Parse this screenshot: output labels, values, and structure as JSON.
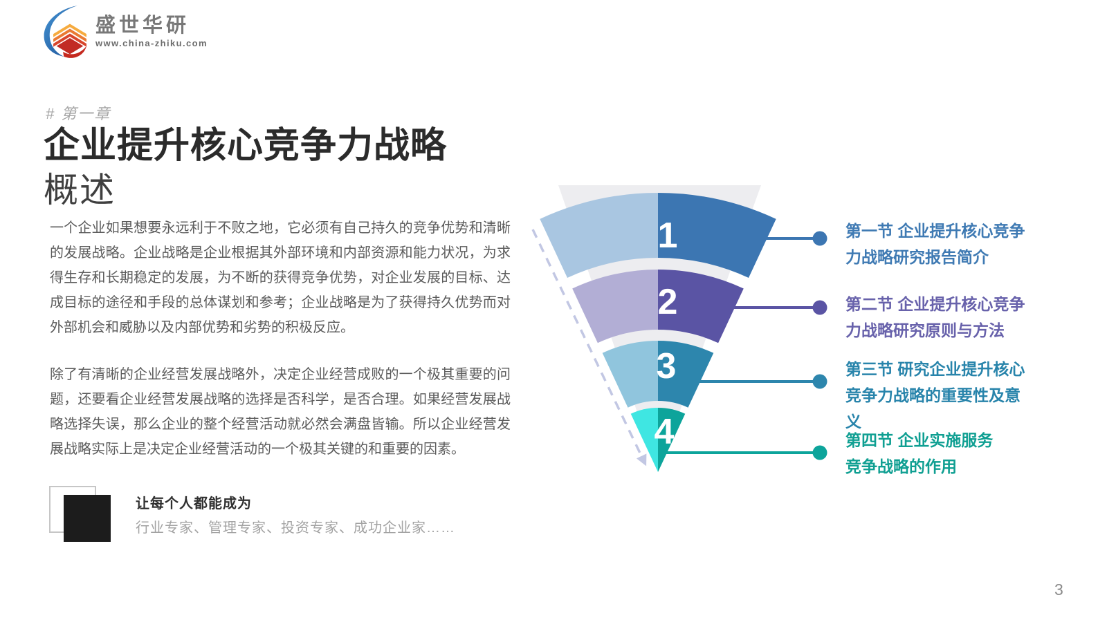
{
  "page": {
    "number": "3"
  },
  "logo": {
    "name": "盛世华研",
    "website": "www.china-zhiku.com",
    "icon": "book-swoosh-logo-icon"
  },
  "header": {
    "chapter_tag": "# 第一章",
    "title": "企业提升核心竞争力战略",
    "subtitle": "概述"
  },
  "body": {
    "paragraph_1": "一个企业如果想要永远利于不败之地，它必须有自己持久的竞争优势和清晰的发展战略。企业战略是企业根据其外部环境和内部资源和能力状况，为求得生存和长期稳定的发展，为不断的获得竞争优势，对企业发展的目标、达成目标的途径和手段的总体谋划和参考；企业战略是为了获得持久优势而对外部机会和威胁以及内部优势和劣势的积极反应。",
    "paragraph_2": "除了有清晰的企业经营发展战略外，决定企业经营成败的一个极其重要的问题，还要看企业经营发展战略的选择是否科学，是否合理。如果经营发展战略选择失误，那么企业的整个经营活动就必然会满盘皆输。所以企业经营发展战略实际上是决定企业经营活动的一个极其关键的和重要的因素。"
  },
  "quote": {
    "heading": "让每个人都能成为",
    "subtext": "行业专家、管理专家、投资专家、成功企业家……",
    "icon": "black-square-icon"
  },
  "funnel": {
    "back_color": "#ededf0",
    "guide_color": "#c2c7e3",
    "segments": [
      {
        "number": "1",
        "color_left": "#a9c6e1",
        "color_right": "#3c76b2"
      },
      {
        "number": "2",
        "color_left": "#b2aed5",
        "color_right": "#5a54a4"
      },
      {
        "number": "3",
        "color_left": "#90c5dd",
        "color_right": "#2d86ad"
      },
      {
        "number": "4",
        "color_left": "#3fe6e2",
        "color_right": "#0da49b"
      }
    ],
    "items": [
      {
        "color": "#3f7ab3",
        "lines": [
          "第一节 企业提升核心竞争",
          "力战略研究报告简介"
        ]
      },
      {
        "color": "#6862ab",
        "lines": [
          "第二节 企业提升核心竞争",
          "力战略研究原则与方法"
        ]
      },
      {
        "color": "#2884ab",
        "lines": [
          "第三节 研究企业提升核心",
          "竞争力战略的重要性及意",
          "义"
        ]
      },
      {
        "color": "#0f9f92",
        "lines": [
          "第四节 企业实施服务",
          "竞争战略的作用"
        ]
      }
    ]
  }
}
